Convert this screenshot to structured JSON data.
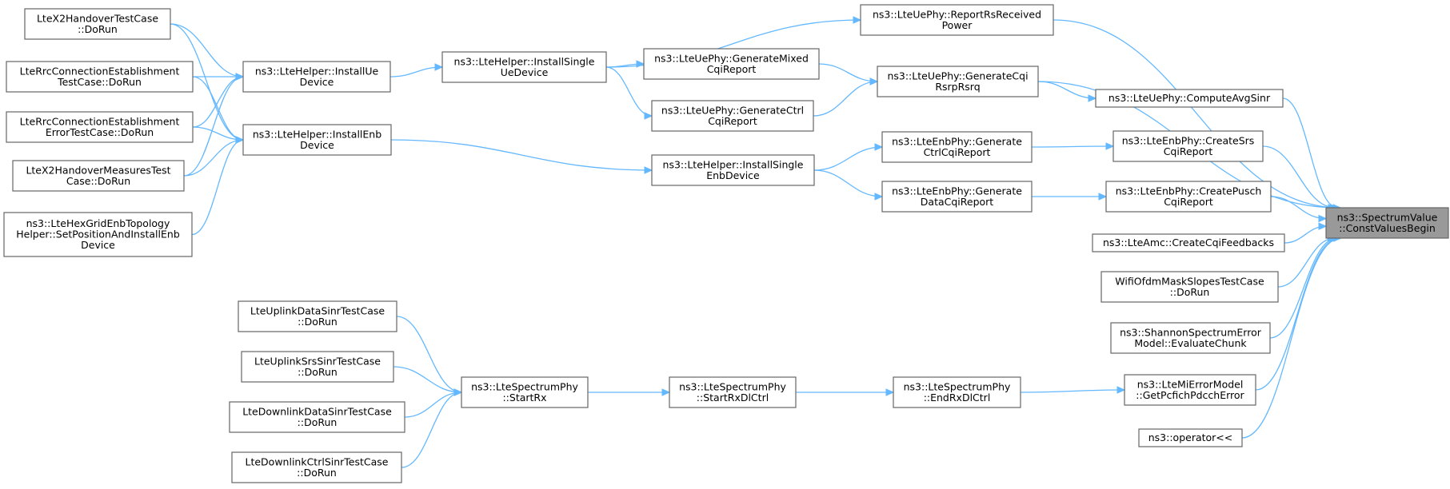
{
  "graph": {
    "nodes": [
      {
        "id": "root",
        "lines": [
          "ns3::SpectrumValue",
          "::ConstValuesBegin"
        ],
        "root": true
      },
      {
        "id": "rsrecv",
        "lines": [
          "ns3::LteUePhy::ReportRsReceived",
          "Power"
        ]
      },
      {
        "id": "gencqi",
        "lines": [
          "ns3::LteUePhy::GenerateCqi",
          "RsrpRsrq"
        ]
      },
      {
        "id": "avgsinr",
        "lines": [
          "ns3::LteUePhy::ComputeAvgSinr"
        ]
      },
      {
        "id": "srscqi",
        "lines": [
          "ns3::LteEnbPhy::CreateSrs",
          "CqiReport"
        ]
      },
      {
        "id": "puschcqi",
        "lines": [
          "ns3::LteEnbPhy::CreatePusch",
          "CqiReport"
        ]
      },
      {
        "id": "amc",
        "lines": [
          "ns3::LteAmc::CreateCqiFeedbacks"
        ]
      },
      {
        "id": "wifi",
        "lines": [
          "WifiOfdmMaskSlopesTestCase",
          "::DoRun"
        ]
      },
      {
        "id": "shannon",
        "lines": [
          "ns3::ShannonSpectrumError",
          "Model::EvaluateChunk"
        ]
      },
      {
        "id": "mierr",
        "lines": [
          "ns3::LteMiErrorModel",
          "::GetPcfichPdcchError"
        ]
      },
      {
        "id": "oper",
        "lines": [
          "ns3::operator<<"
        ]
      },
      {
        "id": "mixed",
        "lines": [
          "ns3::LteUePhy::GenerateMixed",
          "CqiReport"
        ]
      },
      {
        "id": "ctrlcqi",
        "lines": [
          "ns3::LteUePhy::GenerateCtrl",
          "CqiReport"
        ]
      },
      {
        "id": "installsingleue",
        "lines": [
          "ns3::LteHelper::InstallSingle",
          "UeDevice"
        ]
      },
      {
        "id": "installue",
        "lines": [
          "ns3::LteHelper::InstallUe",
          "Device"
        ]
      },
      {
        "id": "installenb",
        "lines": [
          "ns3::LteHelper::InstallEnb",
          "Device"
        ]
      },
      {
        "id": "installsingleenb",
        "lines": [
          "ns3::LteHelper::InstallSingle",
          "EnbDevice"
        ]
      },
      {
        "id": "enbctrlcqi",
        "lines": [
          "ns3::LteEnbPhy::Generate",
          "CtrlCqiReport"
        ]
      },
      {
        "id": "enbdatacqi",
        "lines": [
          "ns3::LteEnbPhy::Generate",
          "DataCqiReport"
        ]
      },
      {
        "id": "x2ho",
        "lines": [
          "LteX2HandoverTestCase",
          "::DoRun"
        ]
      },
      {
        "id": "rrcest",
        "lines": [
          "LteRrcConnectionEstablishment",
          "TestCase::DoRun"
        ]
      },
      {
        "id": "rrcerr",
        "lines": [
          "LteRrcConnectionEstablishment",
          "ErrorTestCase::DoRun"
        ]
      },
      {
        "id": "x2meas",
        "lines": [
          "LteX2HandoverMeasuresTest",
          "Case::DoRun"
        ]
      },
      {
        "id": "hexgrid",
        "lines": [
          "ns3::LteHexGridEnbTopology",
          "Helper::SetPositionAndInstallEnb",
          "Device"
        ]
      },
      {
        "id": "ulsinr",
        "lines": [
          "LteUplinkDataSinrTestCase",
          "::DoRun"
        ]
      },
      {
        "id": "srssinr",
        "lines": [
          "LteUplinkSrsSinrTestCase",
          "::DoRun"
        ]
      },
      {
        "id": "dldata",
        "lines": [
          "LteDownlinkDataSinrTestCase",
          "::DoRun"
        ]
      },
      {
        "id": "dlctrl",
        "lines": [
          "LteDownlinkCtrlSinrTestCase",
          "::DoRun"
        ]
      },
      {
        "id": "startrx",
        "lines": [
          "ns3::LteSpectrumPhy",
          "::StartRx"
        ]
      },
      {
        "id": "startrxdl",
        "lines": [
          "ns3::LteSpectrumPhy",
          "::StartRxDlCtrl"
        ]
      },
      {
        "id": "endrxdl",
        "lines": [
          "ns3::LteSpectrumPhy",
          "::EndRxDlCtrl"
        ]
      }
    ],
    "edges": [
      {
        "from": "rsrecv",
        "to": "root"
      },
      {
        "from": "gencqi",
        "to": "root"
      },
      {
        "from": "avgsinr",
        "to": "root"
      },
      {
        "from": "srscqi",
        "to": "root"
      },
      {
        "from": "puschcqi",
        "to": "root"
      },
      {
        "from": "amc",
        "to": "root"
      },
      {
        "from": "wifi",
        "to": "root"
      },
      {
        "from": "shannon",
        "to": "root"
      },
      {
        "from": "mierr",
        "to": "root"
      },
      {
        "from": "oper",
        "to": "root"
      },
      {
        "from": "installsingleue",
        "to": "rsrecv"
      },
      {
        "from": "mixed",
        "to": "gencqi"
      },
      {
        "from": "ctrlcqi",
        "to": "gencqi"
      },
      {
        "from": "gencqi",
        "to": "avgsinr"
      },
      {
        "from": "installsingleue",
        "to": "mixed"
      },
      {
        "from": "installsingleue",
        "to": "ctrlcqi"
      },
      {
        "from": "installue",
        "to": "installsingleue"
      },
      {
        "from": "x2ho",
        "to": "installue"
      },
      {
        "from": "rrcest",
        "to": "installue"
      },
      {
        "from": "rrcerr",
        "to": "installue"
      },
      {
        "from": "x2meas",
        "to": "installue"
      },
      {
        "from": "x2ho",
        "to": "installenb"
      },
      {
        "from": "rrcest",
        "to": "installenb"
      },
      {
        "from": "rrcerr",
        "to": "installenb"
      },
      {
        "from": "x2meas",
        "to": "installenb"
      },
      {
        "from": "hexgrid",
        "to": "installenb"
      },
      {
        "from": "installenb",
        "to": "installsingleenb"
      },
      {
        "from": "installsingleenb",
        "to": "enbctrlcqi"
      },
      {
        "from": "installsingleenb",
        "to": "enbdatacqi"
      },
      {
        "from": "enbctrlcqi",
        "to": "srscqi"
      },
      {
        "from": "enbdatacqi",
        "to": "puschcqi"
      },
      {
        "from": "ulsinr",
        "to": "startrx"
      },
      {
        "from": "srssinr",
        "to": "startrx"
      },
      {
        "from": "dldata",
        "to": "startrx"
      },
      {
        "from": "dlctrl",
        "to": "startrx"
      },
      {
        "from": "startrx",
        "to": "startrxdl"
      },
      {
        "from": "startrxdl",
        "to": "endrxdl"
      },
      {
        "from": "endrxdl",
        "to": "mierr"
      }
    ]
  }
}
